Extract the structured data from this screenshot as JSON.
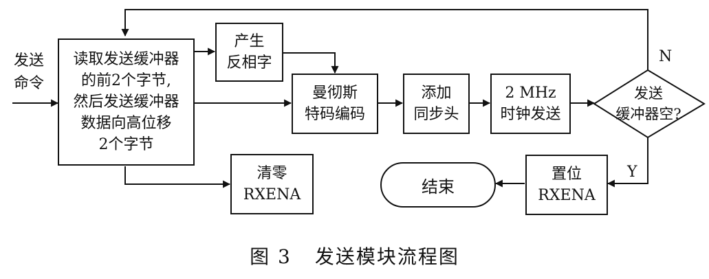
{
  "input_label": [
    "发送",
    "命令"
  ],
  "nodes": {
    "read_buffer": [
      "读取发送缓冲器",
      "的前2个字节,",
      "然后发送缓冲器",
      "数据向高位移",
      "2个字节"
    ],
    "invert_word": [
      "产生",
      "反相字"
    ],
    "manchester": [
      "曼彻斯",
      "特码编码"
    ],
    "add_sync": [
      "添加",
      "同步头"
    ],
    "clock_send": [
      "2 MHz",
      "时钟发送"
    ],
    "buffer_empty": [
      "发送",
      "缓冲器空?"
    ],
    "clear_rxena": [
      "清零",
      "RXENA"
    ],
    "set_rxena": [
      "置位",
      "RXENA"
    ],
    "end": "结束"
  },
  "branch_labels": {
    "no": "N",
    "yes": "Y"
  },
  "caption": {
    "fig_no": "图 3",
    "title": "发送模块流程图"
  }
}
